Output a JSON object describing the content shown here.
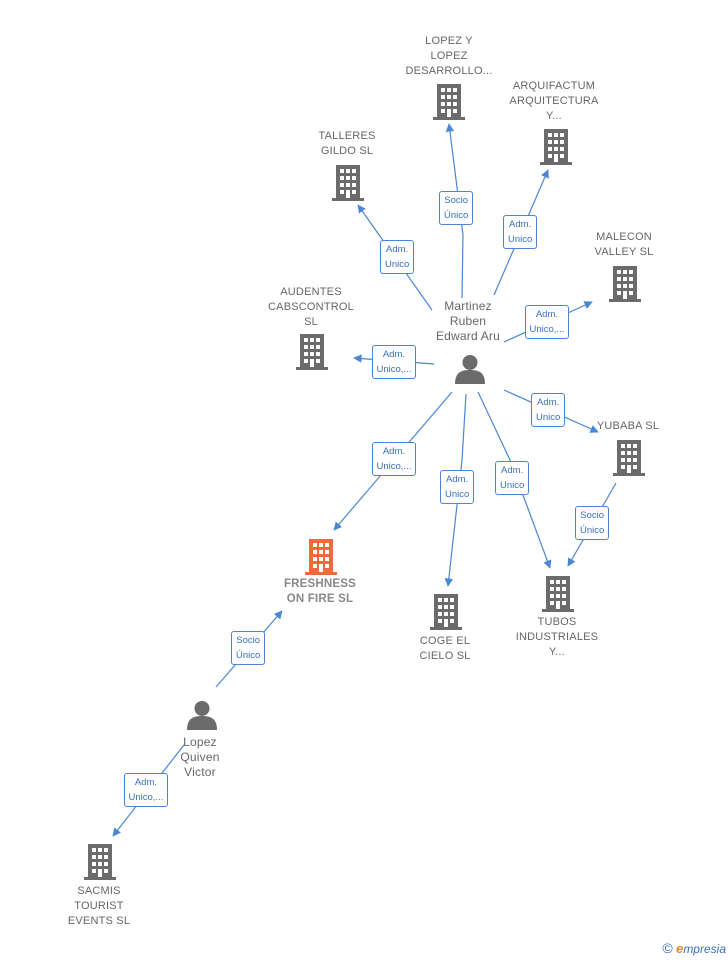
{
  "colors": {
    "edge": "#4a86d4",
    "node": "#6b6b6b",
    "focus": "#f26a3c",
    "brand_accent": "#e8862a"
  },
  "nodes": [
    {
      "id": "lopez-y-lopez",
      "type": "company",
      "label": "LOPEZ Y\nLOPEZ\nDESARROLLO..."
    },
    {
      "id": "arquifactum",
      "type": "company",
      "label": "ARQUIFACTUM\nARQUITECTURA\nY..."
    },
    {
      "id": "talleres-gildo",
      "type": "company",
      "label": "TALLERES\nGILDO SL"
    },
    {
      "id": "malecon-valley",
      "type": "company",
      "label": "MALECON\nVALLEY  SL"
    },
    {
      "id": "audentes",
      "type": "company",
      "label": "AUDENTES\nCABSCONTROL\nSL"
    },
    {
      "id": "martinez-ruben",
      "type": "person",
      "label": "Martinez\nRuben\nEdward Aru"
    },
    {
      "id": "yubaba",
      "type": "company",
      "label": "YUBABA SL"
    },
    {
      "id": "freshness",
      "type": "focus",
      "label": "FRESHNESS\nON FIRE  SL"
    },
    {
      "id": "coge-el-cielo",
      "type": "company",
      "label": "COGE EL\nCIELO SL"
    },
    {
      "id": "tubos",
      "type": "company",
      "label": "TUBOS\nINDUSTRIALES\nY..."
    },
    {
      "id": "lopez-quiven",
      "type": "person",
      "label": "Lopez\nQuiven\nVictor"
    },
    {
      "id": "sacmis",
      "type": "company",
      "label": "SACMIS\nTOURIST\nEVENTS  SL"
    }
  ],
  "edges": [
    {
      "from": "martinez-ruben",
      "to": "lopez-y-lopez",
      "label": "Socio\nÚnico"
    },
    {
      "from": "martinez-ruben",
      "to": "arquifactum",
      "label": "Adm.\nUnico"
    },
    {
      "from": "martinez-ruben",
      "to": "talleres-gildo",
      "label": "Adm.\nUnico"
    },
    {
      "from": "martinez-ruben",
      "to": "malecon-valley",
      "label": "Adm.\nUnico,..."
    },
    {
      "from": "martinez-ruben",
      "to": "audentes",
      "label": "Adm.\nUnico,..."
    },
    {
      "from": "martinez-ruben",
      "to": "yubaba",
      "label": "Adm.\nUnico"
    },
    {
      "from": "martinez-ruben",
      "to": "freshness",
      "label": "Adm.\nUnico,..."
    },
    {
      "from": "martinez-ruben",
      "to": "coge-el-cielo",
      "label": "Adm.\nUnico"
    },
    {
      "from": "martinez-ruben",
      "to": "tubos",
      "label": "Adm.\nUnico"
    },
    {
      "from": "yubaba",
      "to": "tubos",
      "label": "Socio\nÚnico"
    },
    {
      "from": "lopez-quiven",
      "to": "freshness",
      "label": "Socio\nÚnico"
    },
    {
      "from": "lopez-quiven",
      "to": "sacmis",
      "label": "Adm.\nUnico,..."
    }
  ],
  "brand": {
    "copyright": "©",
    "initial": "e",
    "rest": "mpresia"
  }
}
